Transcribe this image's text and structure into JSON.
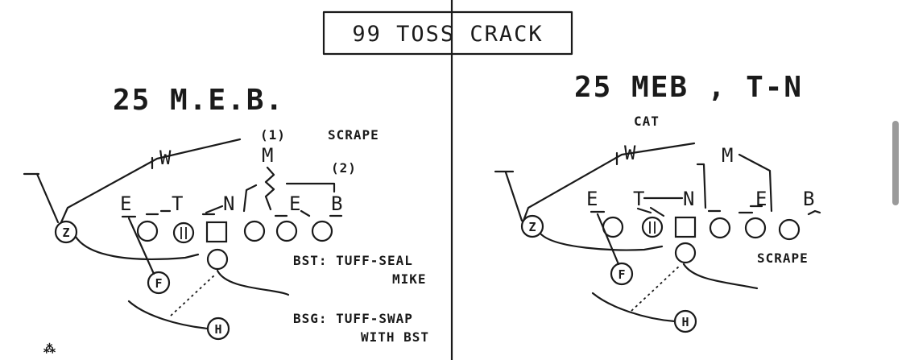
{
  "title": "99 TOSS CRACK",
  "left": {
    "play_name": "25  M.E.B.",
    "note_1": "(1)",
    "note_scrape": "SCRAPE",
    "note_2": "(2)",
    "defenders": {
      "w": "W",
      "m": "M",
      "e1": "E",
      "t": "T",
      "n": "N",
      "e2": "E",
      "b": "B"
    },
    "players": {
      "z": "Z",
      "f": "F",
      "h": "H"
    },
    "bst_line1": "BST: TUFF-SEAL",
    "bst_line2": "MIKE",
    "bsg_line1": "BSG: TUFF-SWAP",
    "bsg_line2": "WITH BST"
  },
  "right": {
    "play_name": "25 MEB , T-N",
    "cat": "CAT",
    "scrape": "SCRAPE",
    "defenders": {
      "w": "W",
      "m": "M",
      "e1": "E",
      "t": "T",
      "n": "N",
      "e2": "E",
      "b": "B"
    },
    "players": {
      "z": "Z",
      "f": "F",
      "h": "H"
    }
  },
  "colors": {
    "ink": "#1a1a1a",
    "paper": "#ffffff",
    "scrollbar": "#9a9a9a"
  }
}
